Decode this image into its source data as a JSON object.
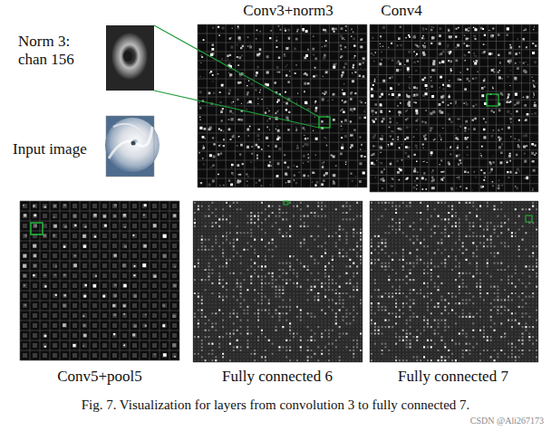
{
  "diagram": {
    "caption": "Fig. 7.   Visualization for layers from convolution 3 to fully connected 7.",
    "labels": [
      "Norm 3: chan 156",
      "Input image",
      "Conv3+norm3",
      "Conv4",
      "Conv5+pool5",
      "Fully connected 6",
      "Fully connected 7",
      "CSDN @Ali267173"
    ]
  }
}
